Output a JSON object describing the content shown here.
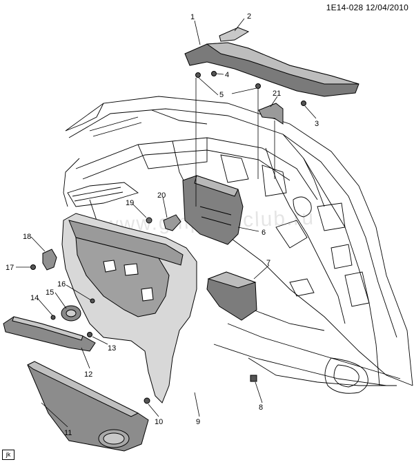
{
  "header": {
    "code": "1E14-028",
    "date": "12/04/2010"
  },
  "footer_badge": "jk",
  "watermark": "www.gmpartsclub.ru",
  "callouts": [
    "1",
    "2",
    "3",
    "4",
    "5",
    "6",
    "7",
    "8",
    "9",
    "10",
    "11",
    "12",
    "13",
    "14",
    "15",
    "16",
    "17",
    "18",
    "19",
    "20",
    "21"
  ],
  "colors": {
    "line": "#000000",
    "dark_part": "#5a5a5a",
    "mid_part": "#8a8a8a",
    "light_part": "#cfcfcf"
  }
}
